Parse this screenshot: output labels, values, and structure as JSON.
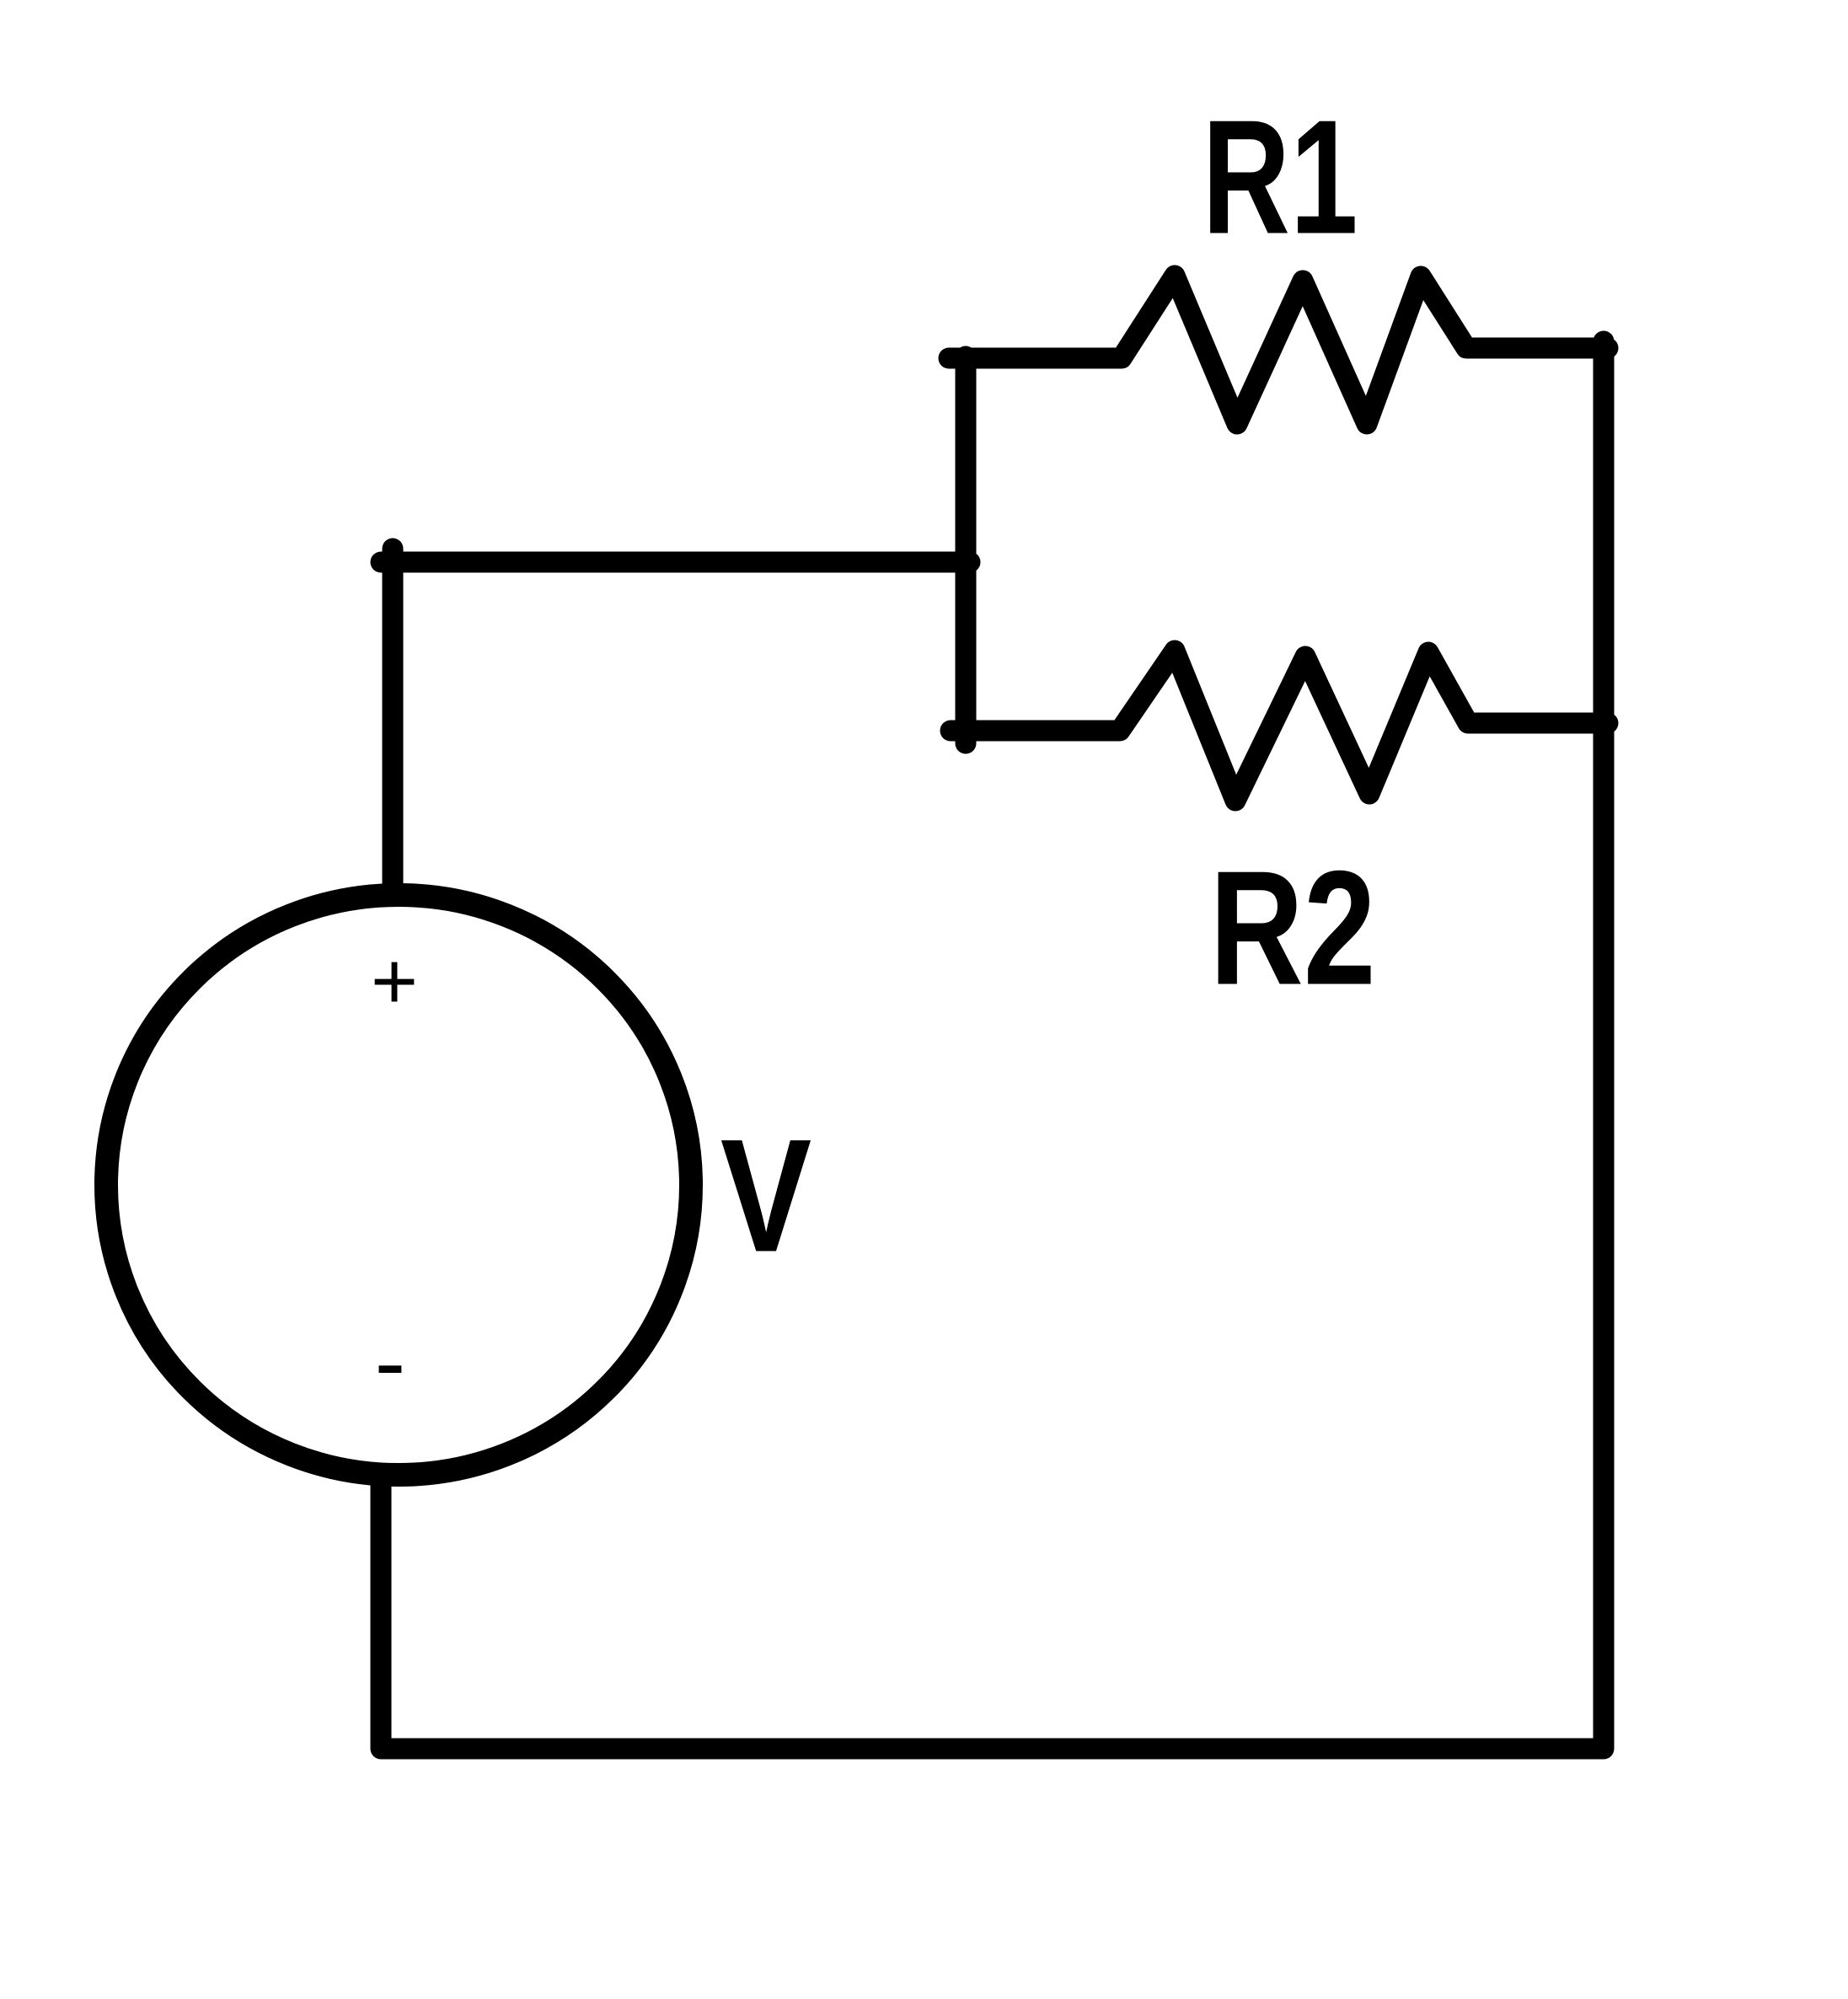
{
  "colors": {
    "ink": "#000000",
    "background": "#ffffff"
  },
  "circuit": {
    "source": {
      "label": "V",
      "positive_terminal": "+",
      "negative_terminal": "-"
    },
    "resistor1": {
      "label": "R1"
    },
    "resistor2": {
      "label": "R2"
    }
  }
}
